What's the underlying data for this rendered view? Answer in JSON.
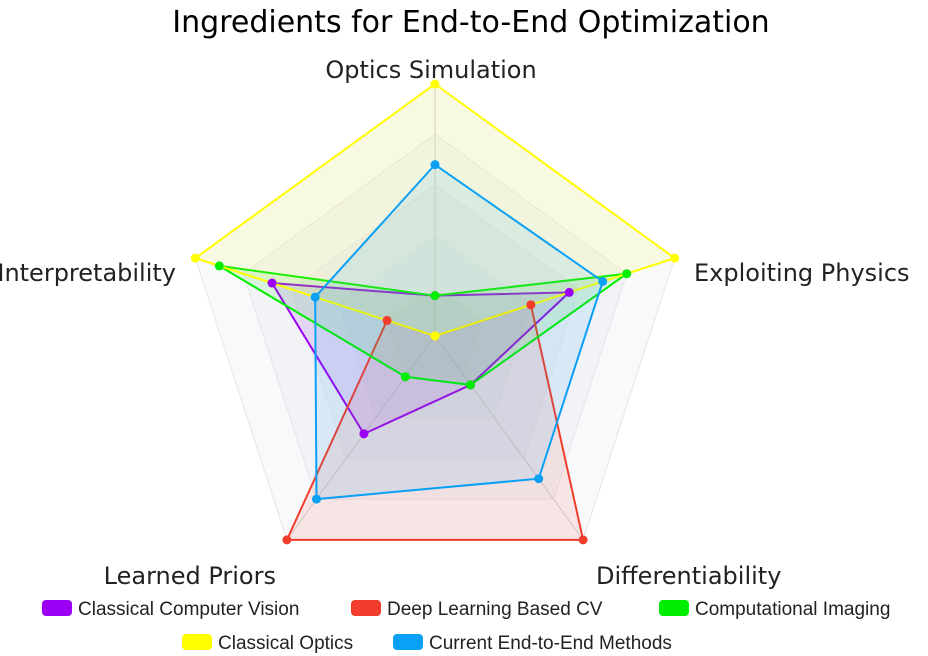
{
  "chart_data": {
    "type": "radar",
    "title": "Ingredients for End-to-End Optimization",
    "axes": [
      "Optics Simulation",
      "Exploiting Physics",
      "Differentiability",
      "Learned Priors",
      "Interpretability"
    ],
    "range": [
      0,
      5
    ],
    "grid": true,
    "legend_position": "bottom",
    "series": [
      {
        "name": "Classical Computer Vision",
        "color": "#9b00f5",
        "values": [
          0.8,
          2.8,
          1.2,
          2.4,
          3.4
        ]
      },
      {
        "name": "Deep Learning Based CV",
        "color": "#f33d2c",
        "values": [
          0.0,
          2.0,
          5.0,
          5.0,
          1.0
        ]
      },
      {
        "name": "Computational Imaging",
        "color": "#00ee00",
        "values": [
          0.8,
          4.0,
          1.2,
          1.0,
          4.5
        ]
      },
      {
        "name": "Classical Optics",
        "color": "#ffff00",
        "values": [
          5.0,
          5.0,
          0.0,
          0.0,
          5.0
        ]
      },
      {
        "name": "Current End-to-End Methods",
        "color": "#0aa0f5",
        "values": [
          3.4,
          3.5,
          3.5,
          4.0,
          2.5
        ]
      }
    ]
  }
}
